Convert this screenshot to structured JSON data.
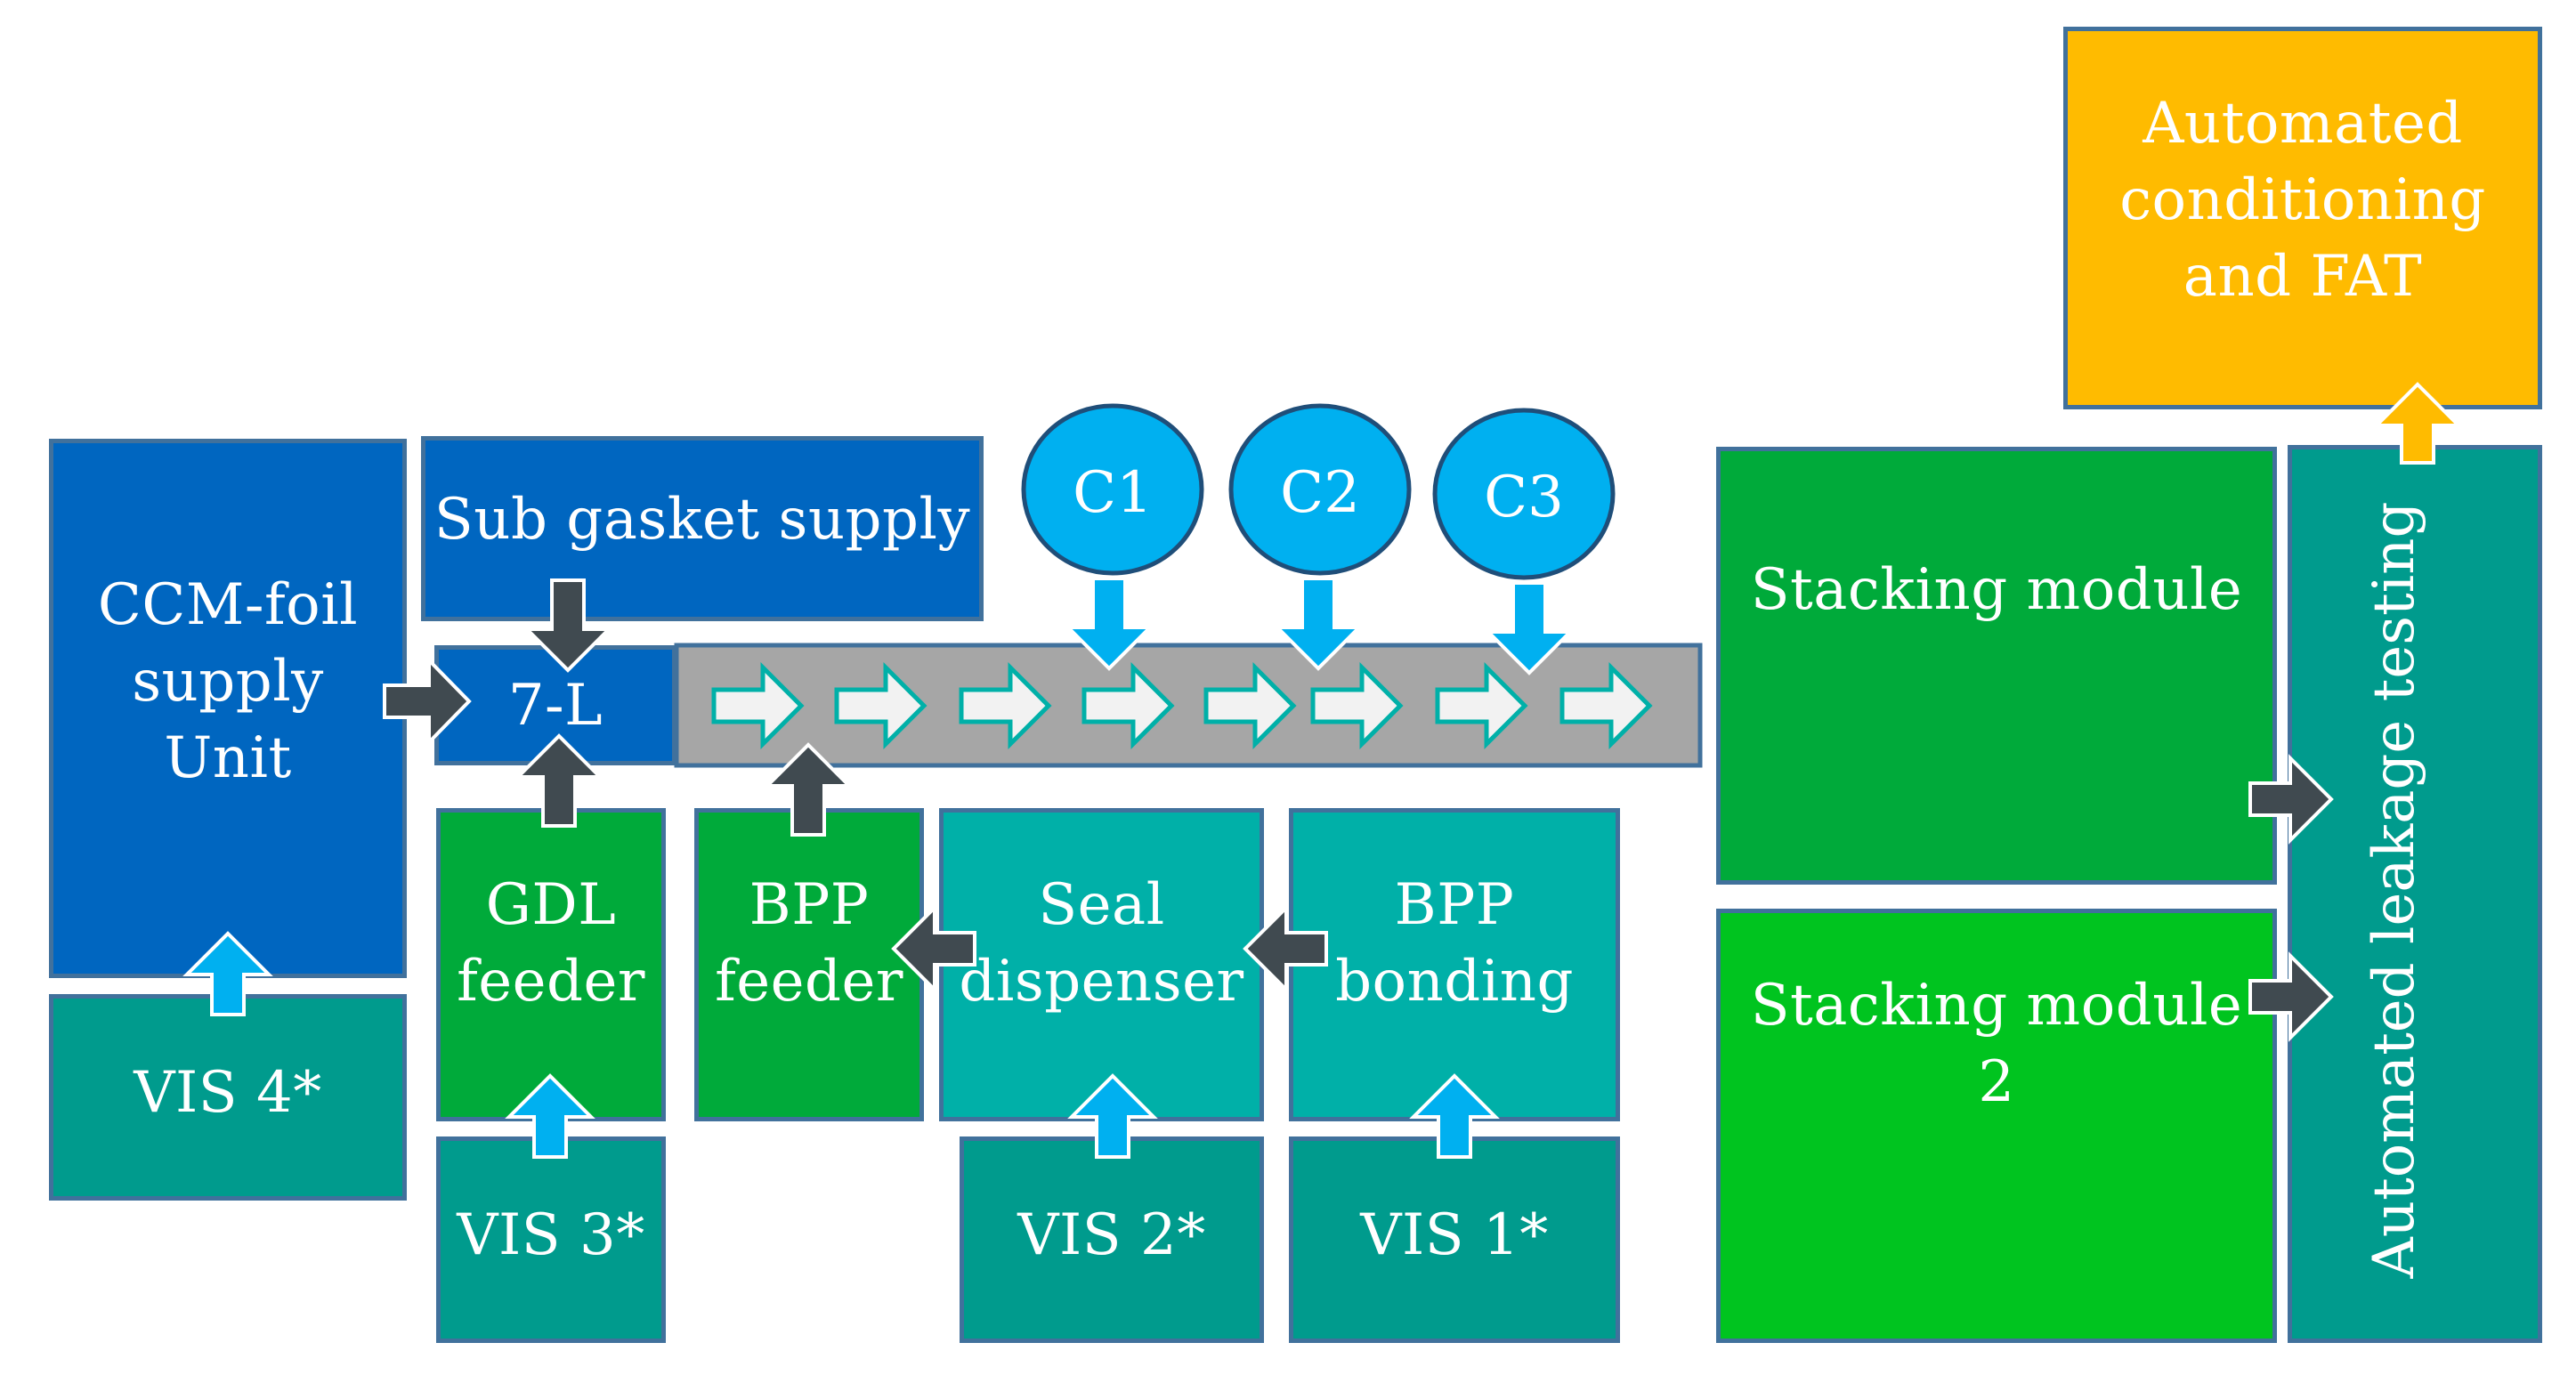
{
  "diagram": {
    "nodes": {
      "ccm_foil": "CCM-foil\nsupply\nUnit",
      "sub_gasket": "Sub gasket supply",
      "seven_l": "7-L",
      "gdl_feeder": "GDL\nfeeder",
      "bpp_feeder": "BPP\nfeeder",
      "seal_dispenser": "Seal\ndispenser",
      "bpp_bonding": "BPP\nbonding",
      "vis4": "VIS 4*",
      "vis3": "VIS 3*",
      "vis2": "VIS 2*",
      "vis1": "VIS 1*",
      "c1": "C1",
      "c2": "C2",
      "c3": "C3",
      "stacking1": "Stacking module",
      "stacking2": "Stacking module\n2",
      "leakage": "Automated leakage testing",
      "conditioning": "Automated\nconditioning\nand FAT"
    },
    "colors": {
      "supply_blue": "#0066c0",
      "vis_teal": "#009b8d",
      "feeder_green": "#00aa3a",
      "stacking2_green": "#00c41f",
      "dispenser_aqua": "#00b0a8",
      "fat_amber": "#ffbb00",
      "camera_cyan": "#00b0f0",
      "conveyor_gray": "#a6a6a6",
      "arrow_dark": "#404a50"
    }
  }
}
